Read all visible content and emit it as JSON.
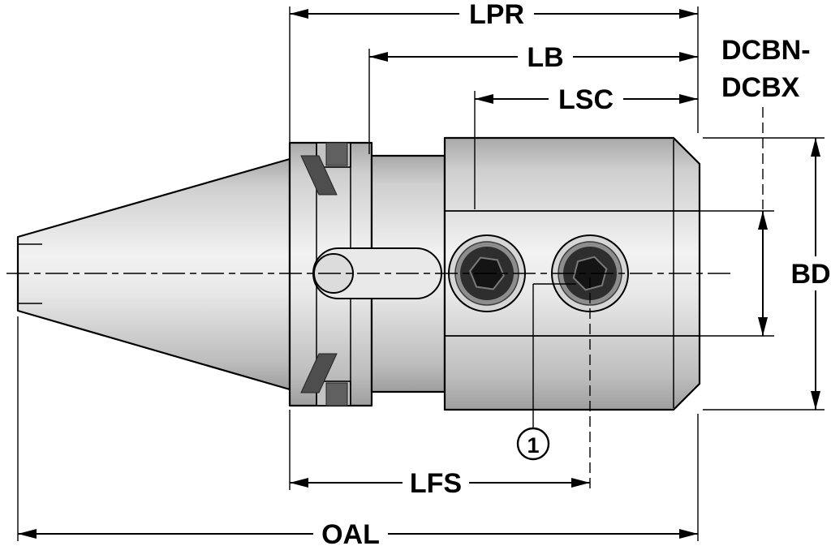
{
  "diagram": {
    "kind": "technical-drawing",
    "subject": "end-mill-holder-side-view",
    "dim_labels": {
      "lpr": "LPR",
      "lb": "LB",
      "lsc": "LSC",
      "dcb_upper": "DCBN-",
      "dcb_lower": "DCBX",
      "bd": "BD",
      "lfs": "LFS",
      "oal": "OAL"
    },
    "callouts": {
      "item_1": "1"
    },
    "colors": {
      "line": "#000000",
      "metal_light": "#f2f2f2",
      "metal_mid": "#cfcfcf",
      "metal_dark": "#9e9e9e",
      "groove_gray": "#c3c3c3",
      "slot_dark": "#4e4e4e",
      "screw_head": "#2e2e2e",
      "hex_socket": "#141414",
      "background": "#ffffff"
    }
  }
}
